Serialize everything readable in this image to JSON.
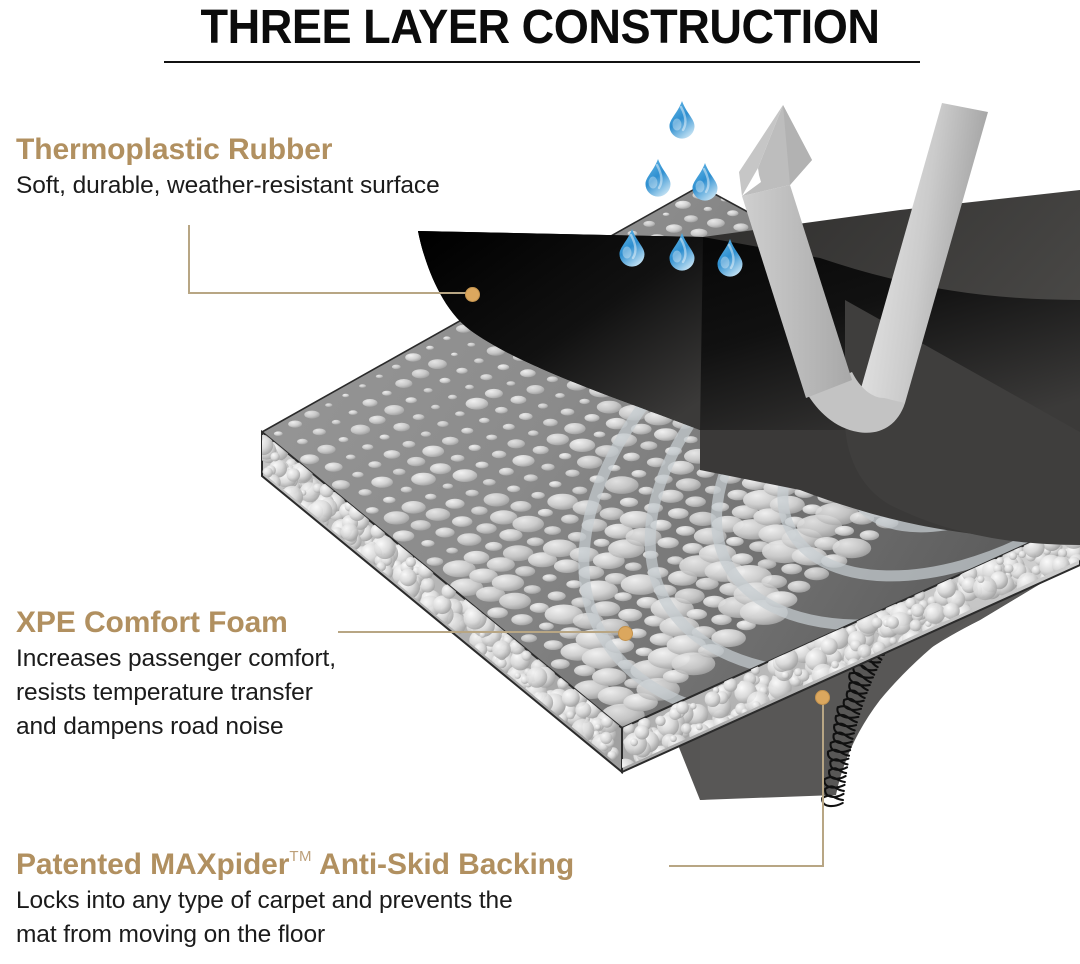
{
  "header": {
    "title": "THREE LAYER CONSTRUCTION"
  },
  "callouts": [
    {
      "id": "thermoplastic-rubber",
      "heading": "Thermoplastic Rubber",
      "heading_suffix": "",
      "body": "Soft, durable, weather-resistant surface"
    },
    {
      "id": "xpe-comfort-foam",
      "heading": "XPE Comfort Foam",
      "heading_suffix": "",
      "body": "Increases passenger comfort,\nresists temperature transfer\nand dampens road noise"
    },
    {
      "id": "maxpider-anti-skid-backing",
      "heading_pre": "Patented MAXpider",
      "heading_tm": "TM",
      "heading_post": " Anti-Skid Backing",
      "body": "Locks into any type of carpet and prevents the\nmat from moving on the floor"
    }
  ],
  "diagram": {
    "layers": [
      {
        "name": "thermoplastic-rubber-sheet",
        "role": "top surface layer",
        "color": "#0a0a0a"
      },
      {
        "name": "xpe-comfort-foam-slab",
        "role": "middle cushion layer",
        "color": "#8a8a8a"
      },
      {
        "name": "maxpider-anti-skid-backing-panel",
        "role": "bottom grip layer",
        "color": "#595959"
      }
    ],
    "water_droplets": {
      "count": 6,
      "color": "#3f9bd9",
      "arrangement": "triangle 1-2-3"
    },
    "repel_arrow": {
      "name": "water-repel-arrow",
      "shape": "V",
      "color": "#b0b0b0"
    },
    "foam_texture": {
      "bubbles": true,
      "arc_grooves": 6
    },
    "backing_fibers": {
      "name": "anti-skid-hook-fibers",
      "color": "#111111"
    }
  },
  "colors": {
    "accent_gold": "#b19060",
    "leader_line": "#b8a684",
    "leader_dot": "#dba75e",
    "text_dark": "#1b1b1b",
    "title_black": "#0b0b0b",
    "droplet_blue": "#3f9bd9"
  }
}
